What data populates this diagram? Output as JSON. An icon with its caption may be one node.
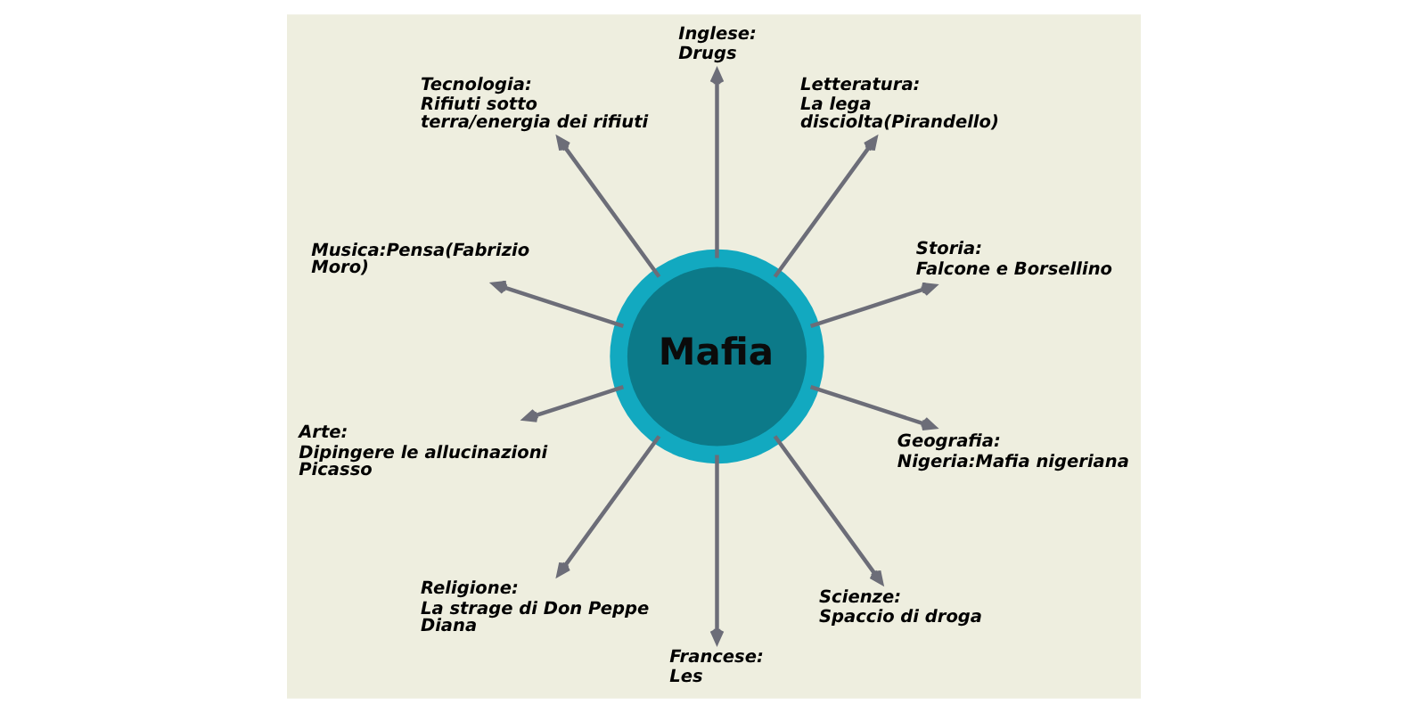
{
  "diagram": {
    "nodes": [
      {
        "text": [
          "Mafia"
        ]
      },
      {
        "text": [
          "Inglese:",
          "Drugs"
        ]
      },
      {
        "text": [
          "Letteratura:",
          "La lega disciolta(Pirandello)"
        ]
      },
      {
        "text": [
          "Storia:",
          "Falcone e Borsellino"
        ]
      },
      {
        "text": [
          "Geografia:",
          "Nigeria:Mafia nigeriana"
        ]
      },
      {
        "text": [
          "Scienze:",
          "Spaccio di droga"
        ]
      },
      {
        "text": [
          "Francese:",
          "Les"
        ]
      },
      {
        "text": [
          "Religione:",
          "La strage di Don Peppe Diana"
        ]
      },
      {
        "text": [
          "Arte:",
          "Dipingere le allucinazioni Picasso"
        ]
      },
      {
        "text": [
          "Musica:Pensa(Fabrizio Moro)"
        ]
      },
      {
        "text": [
          "Tecnologia:",
          "Rifiuti sotto terra/energia dei rifiuti"
        ]
      }
    ],
    "edges": [
      {
        "from": 0,
        "to": 1,
        "arrow": "to"
      },
      {
        "from": 0,
        "to": 2,
        "arrow": "to"
      },
      {
        "from": 0,
        "to": 3,
        "arrow": "to"
      },
      {
        "from": 0,
        "to": 4,
        "arrow": "to"
      },
      {
        "from": 0,
        "to": 5,
        "arrow": "to"
      },
      {
        "from": 0,
        "to": 6,
        "arrow": "to"
      },
      {
        "from": 0,
        "to": 7,
        "arrow": "to"
      },
      {
        "from": 0,
        "to": 8,
        "arrow": "to"
      },
      {
        "from": 0,
        "to": 9,
        "arrow": "to"
      },
      {
        "from": 0,
        "to": 10,
        "arrow": "to"
      }
    ]
  }
}
